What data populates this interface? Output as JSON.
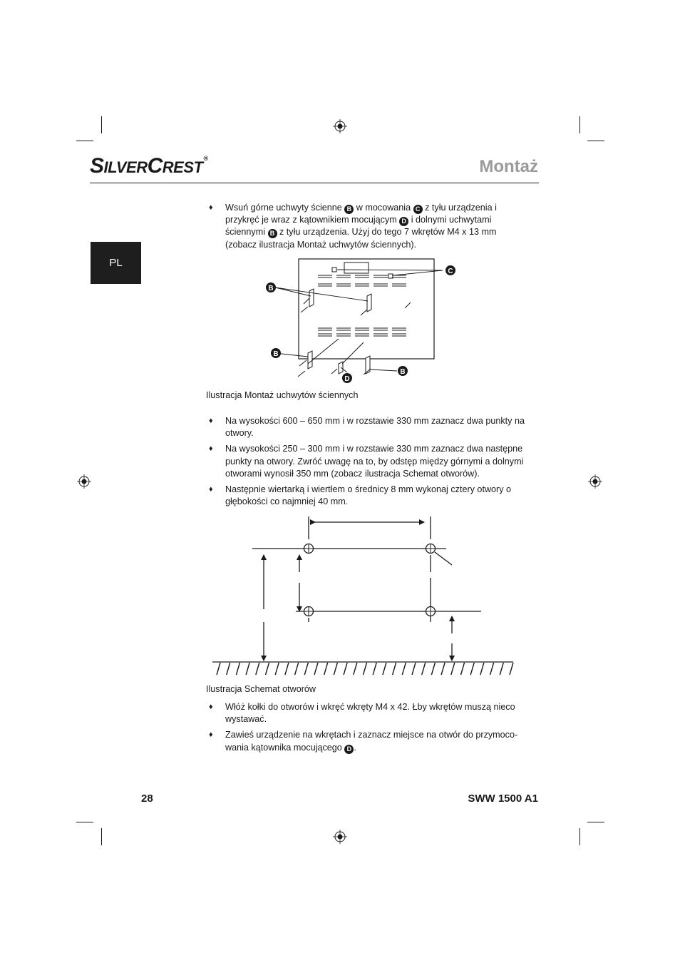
{
  "header": {
    "brand_s": "S",
    "brand_ilver": "ILVER",
    "brand_c": "C",
    "brand_rest": "REST",
    "brand_registered": "®",
    "section_title": "Montaż"
  },
  "language_tab": "PL",
  "bullets_top": [
    {
      "parts": [
        "Wsuń górne uchwyty ścienne ",
        "B",
        " w mocowania ",
        "C",
        " z tyłu urządzenia i przykręć je wraz z kątownikiem mocującym ",
        "D",
        " i dolnymi uchwytami ściennymi ",
        "B",
        " z tyłu urządzenia. Użyj do tego 7 wkrętów M4 x 13 mm (zobacz ilustracja Montaż uchwytów ściennych)."
      ]
    }
  ],
  "figure1": {
    "caption": "Ilustracja Montaż uchwytów ściennych",
    "label_b_top": "B",
    "label_c": "C",
    "label_b_left": "B",
    "label_d": "D",
    "label_b_right": "B"
  },
  "bullets_middle": [
    "Na wysokości 600 – 650 mm i w rozstawie 330 mm zaznacz dwa punkty na otwory.",
    "Na wysokości 250 – 300 mm i w rozstawie 330 mm zaznacz dwa następne punkty na otwory. Zwróć uwagę na to, by odstęp między górnymi a dolnymi otworami wynosił 350 mm (zobacz ilustracja Schemat otworów).",
    "Następnie wiertarką i wiertłem o średnicy 8 mm wykonaj cztery otwory o głębokości co najmniej 40 mm."
  ],
  "figure2": {
    "caption": "Ilustracja Schemat otworów"
  },
  "bullets_bottom": [
    {
      "parts": [
        "Włóż kołki do otworów i wkręć wkręty M4 x 42. Łby wkrętów muszą nieco wystawać."
      ]
    },
    {
      "parts": [
        "Zawieś urządzenie na wkrętach i zaznacz miejsce na otwór do przymoco­wania kątownika mocującego ",
        "D",
        "."
      ]
    }
  ],
  "footer": {
    "page_number": "28",
    "model": "SWW 1500 A1"
  }
}
